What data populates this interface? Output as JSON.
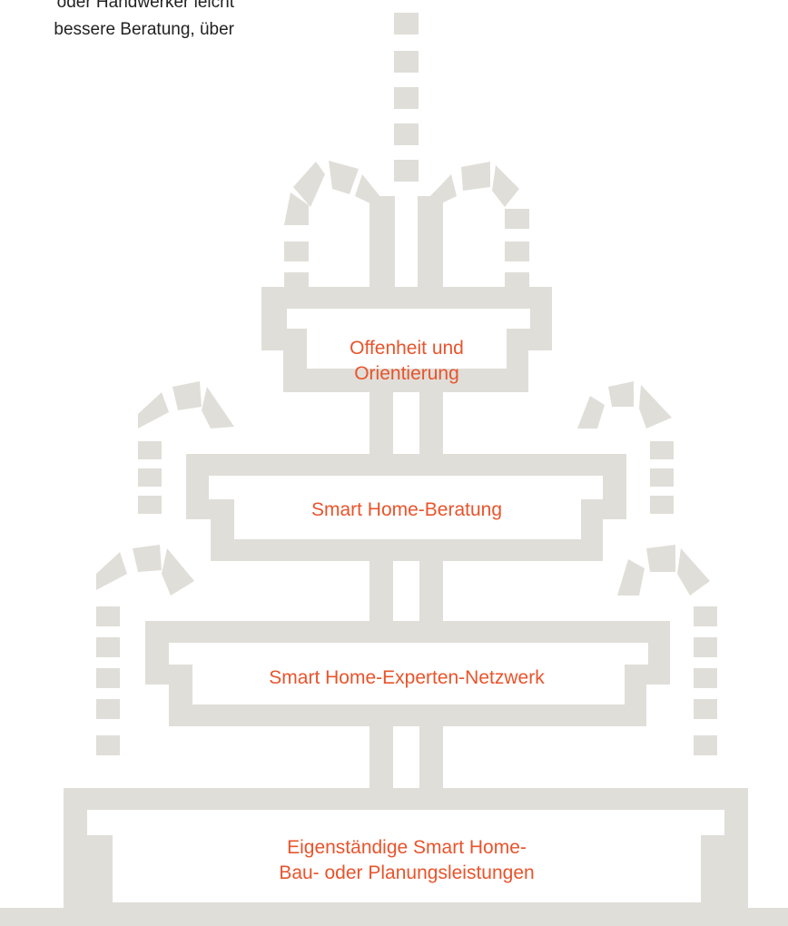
{
  "intro_text": {
    "line1": "oder Handwerker leicht",
    "line2": "bessere Beratung, über"
  },
  "tiers": [
    {
      "label": "Offenheit und Orientierung",
      "line1": "Offenheit und",
      "line2": "Orientierung"
    },
    {
      "label": "Smart Home-Beratung"
    },
    {
      "label": "Smart Home-Experten-Netzwerk"
    },
    {
      "label": "Eigenständige Smart Home-Bau- oder Planungsleistungen",
      "line1": "Eigenständige Smart Home-",
      "line2": "Bau- oder Planungsleistungen"
    }
  ],
  "colors": {
    "structure": "#e0ded8",
    "label": "#e8542c",
    "text": "#222222",
    "background": "#ffffff"
  }
}
